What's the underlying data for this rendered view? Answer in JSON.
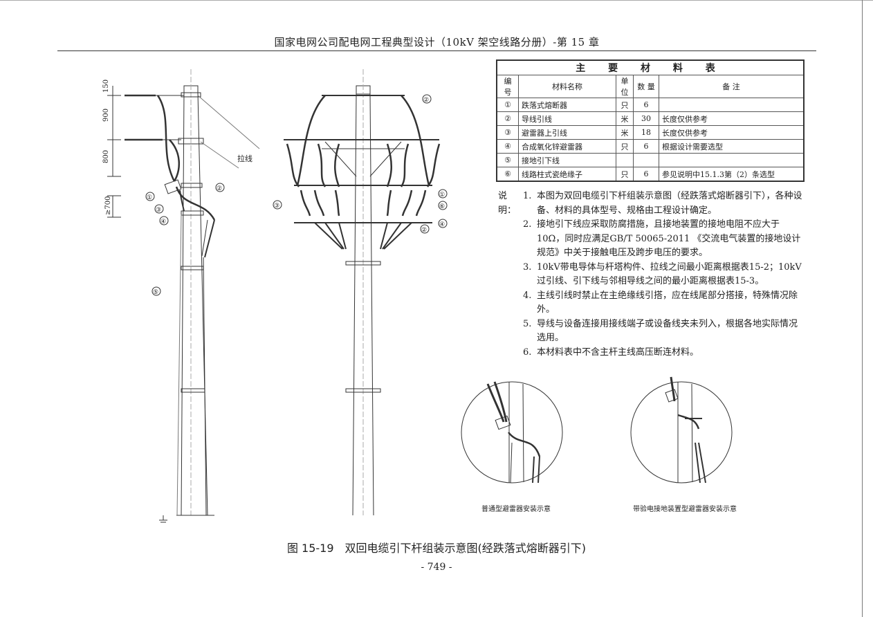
{
  "header": {
    "title": "国家电网公司配电网工程典型设计（10kV 架空线路分册）-第 15 章"
  },
  "table": {
    "title": "主 要 材 料 表",
    "columns": [
      "编 号",
      "材料名称",
      "单 位",
      "数 量",
      "备 注"
    ],
    "rows": [
      {
        "no": "①",
        "name": "跌落式熔断器",
        "unit": "只",
        "qty": "6",
        "remark": ""
      },
      {
        "no": "②",
        "name": "导线引线",
        "unit": "米",
        "qty": "30",
        "remark": "长度仅供参考"
      },
      {
        "no": "③",
        "name": "避雷器上引线",
        "unit": "米",
        "qty": "18",
        "remark": "长度仅供参考"
      },
      {
        "no": "④",
        "name": "合成氧化锌避雷器",
        "unit": "只",
        "qty": "6",
        "remark": "根据设计需要选型"
      },
      {
        "no": "⑤",
        "name": "接地引下线",
        "unit": "",
        "qty": "",
        "remark": ""
      },
      {
        "no": "⑥",
        "name": "线路柱式瓷绝缘子",
        "unit": "只",
        "qty": "6",
        "remark": "参见说明中15.1.3第（2）条选型"
      }
    ]
  },
  "notes": {
    "lead": "说明：",
    "items": [
      {
        "num": "1.",
        "text": "本图为双回电缆引下杆组装示意图（经跌落式熔断器引下），各种设备、材料的具体型号、规格由工程设计确定。"
      },
      {
        "num": "2.",
        "text": "接地引下线应采取防腐措施，且接地装置的接地电阻不应大于10Ω，同时应满足GB/T 50065-2011 《交流电气装置的接地设计规范》中关于接触电压及跨步电压的要求。"
      },
      {
        "num": "3.",
        "text": "10kV带电导体与杆塔构件、拉线之间最小距离根据表15-2；10kV过引线、引下线与邻相导线之间的最小距离根据表15-3。"
      },
      {
        "num": "4.",
        "text": "主线引线时禁止在主绝缘线引搭，应在线尾部分搭接，特殊情况除外。"
      },
      {
        "num": "5.",
        "text": "导线与设备连接用接线端子或设备线夹未列入，根据各地实际情况选用。"
      },
      {
        "num": "6.",
        "text": "本材料表中不含主杆主线高压断连材料。"
      }
    ]
  },
  "drawing": {
    "dimensions": [
      "150",
      "900",
      "800",
      "≥700"
    ],
    "guy_label": "拉线",
    "callouts_side": [
      "①",
      "②",
      "③",
      "④",
      "⑤"
    ],
    "callouts_front": [
      "②",
      "③",
      "①",
      "⑥",
      "②",
      "④"
    ],
    "detail_left_label": "普通型避雷器安装示意",
    "detail_right_label": "带验电接地装置型避雷器安装示意"
  },
  "caption": "图 15-19　双回电缆引下杆组装示意图(经跌落式熔断器引下)",
  "page_number": "- 749 -"
}
